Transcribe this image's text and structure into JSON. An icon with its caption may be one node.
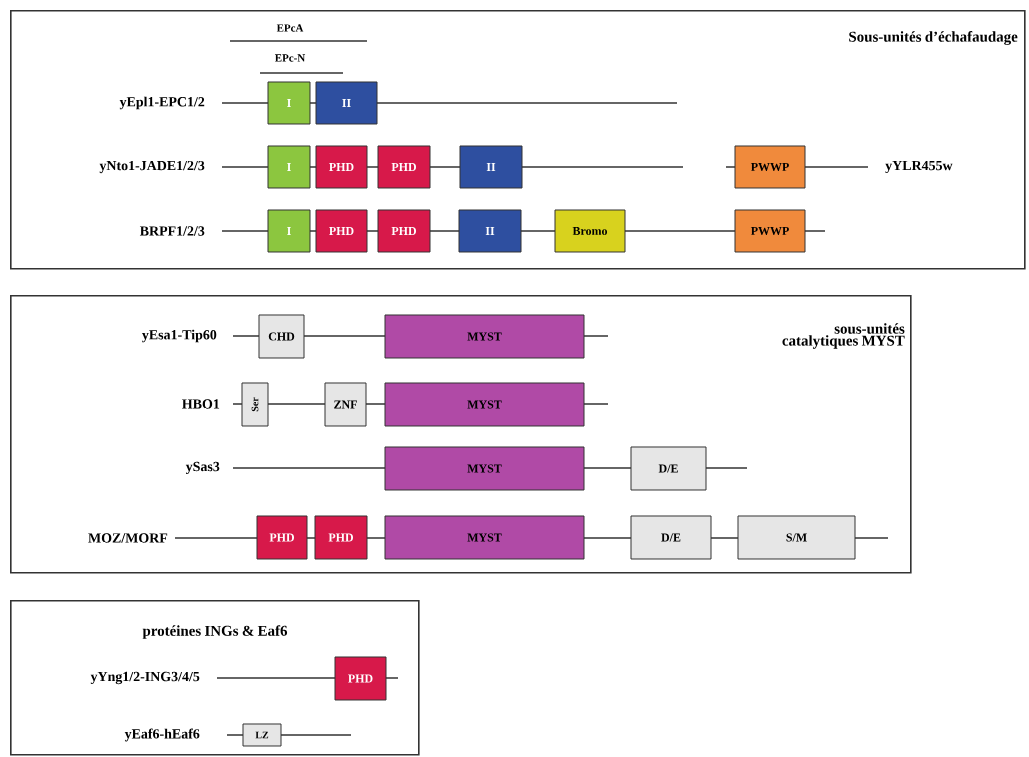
{
  "diagram": {
    "nodes": [
      {
        "text": [
          "Sous-unités d’échafaudage"
        ]
      },
      {
        "text": [
          "I"
        ],
        "in": 0
      },
      {
        "text": [
          "II"
        ],
        "in": 0
      },
      {
        "text": [
          "I"
        ],
        "in": 0
      },
      {
        "text": [
          "PHD"
        ],
        "in": 0
      },
      {
        "text": [
          "PHD"
        ],
        "in": 0
      },
      {
        "text": [
          "II"
        ],
        "in": 0
      },
      {
        "text": [
          "PWWP"
        ],
        "in": 0
      },
      {
        "text": [
          "I"
        ],
        "in": 0
      },
      {
        "text": [
          "PHD"
        ],
        "in": 0
      },
      {
        "text": [
          "PHD"
        ],
        "in": 0
      },
      {
        "text": [
          "II"
        ],
        "in": 0
      },
      {
        "text": [
          "Bromo"
        ],
        "in": 0
      },
      {
        "text": [
          "PWWP"
        ],
        "in": 0
      },
      {
        "text": [
          "sous-unités catalytiques MYST"
        ]
      },
      {
        "text": [
          "CHD"
        ],
        "in": 14
      },
      {
        "text": [
          "MYST"
        ],
        "in": 14
      },
      {
        "text": [
          "Ser"
        ],
        "in": 14
      },
      {
        "text": [
          "ZNF"
        ],
        "in": 14
      },
      {
        "text": [
          "MYST"
        ],
        "in": 14
      },
      {
        "text": [
          "MYST"
        ],
        "in": 14
      },
      {
        "text": [
          "D/E"
        ],
        "in": 14
      },
      {
        "text": [
          "PHD"
        ],
        "in": 14
      },
      {
        "text": [
          "PHD"
        ],
        "in": 14
      },
      {
        "text": [
          "MYST"
        ],
        "in": 14
      },
      {
        "text": [
          "D/E"
        ],
        "in": 14
      },
      {
        "text": [
          "S/M"
        ],
        "in": 14
      },
      {
        "text": [
          "protéines INGs & Eaf6"
        ]
      },
      {
        "text": [
          "PHD"
        ],
        "in": 27
      },
      {
        "text": [
          "LZ"
        ],
        "in": 27
      }
    ],
    "labels": [
      "EPcA",
      "EPc-N",
      "yEpl1-EPC1/2",
      "yNto1-JADE1/2/3",
      "yYLR455w",
      "BRPF1/2/3",
      "yEsa1-Tip60",
      "HBO1",
      "ySas3",
      "MOZ/MORF",
      "yYng1/2-ING3/4/5",
      "yEaf6-hEaf6"
    ]
  }
}
